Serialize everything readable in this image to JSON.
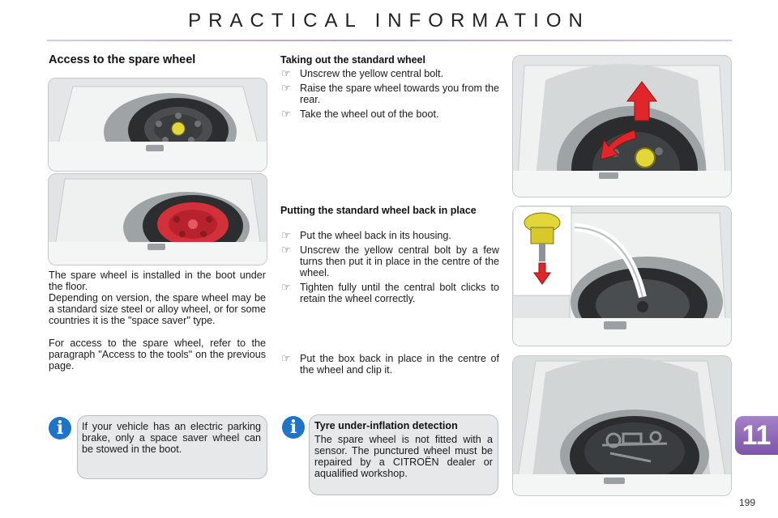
{
  "header": {
    "title": "PRACTICAL INFORMATION"
  },
  "left": {
    "title": "Access to the spare wheel",
    "paragraphs": [
      "The spare wheel is installed in the boot under the floor.",
      "Depending on version, the spare wheel may be a standard size steel or alloy wheel, or for some countries it is the \"space saver\" type.",
      "For access to the spare wheel, refer to the paragraph \"Access to the tools\" on the previous page."
    ],
    "info": "If your vehicle has an electric parking brake, only a space saver wheel can be stowed in the boot."
  },
  "middle": {
    "section1": {
      "title": "Taking out the standard wheel",
      "bullets": [
        "Unscrew the yellow central bolt.",
        "Raise the spare wheel towards you from the rear.",
        "Take the wheel out of the boot."
      ]
    },
    "section2": {
      "title": "Putting the standard wheel back in place",
      "bullets": [
        "Put the wheel back in its housing.",
        "Unscrew the yellow central bolt by a few turns then put it in place in the centre of the wheel.",
        "Tighten fully until the central bolt clicks to retain the wheel correctly."
      ]
    },
    "section3": {
      "bullets": [
        "Put the box back in place in the centre of the wheel and clip it."
      ]
    },
    "info": {
      "title": "Tyre under-inflation detection",
      "text": "The spare wheel is not fitted with a sensor. The punctured wheel must be repaired by a CITROËN dealer or aqualified workshop."
    }
  },
  "icons": {
    "bullet": "pointing-hand-icon",
    "info": "info-icon"
  },
  "colors": {
    "accent": "#8a62b5",
    "info_blue": "#1e74c8",
    "bolt_yellow": "#e3d63a",
    "arrow_red": "#e0262a"
  },
  "chapter": {
    "number": "11"
  },
  "page": {
    "number": "199"
  }
}
